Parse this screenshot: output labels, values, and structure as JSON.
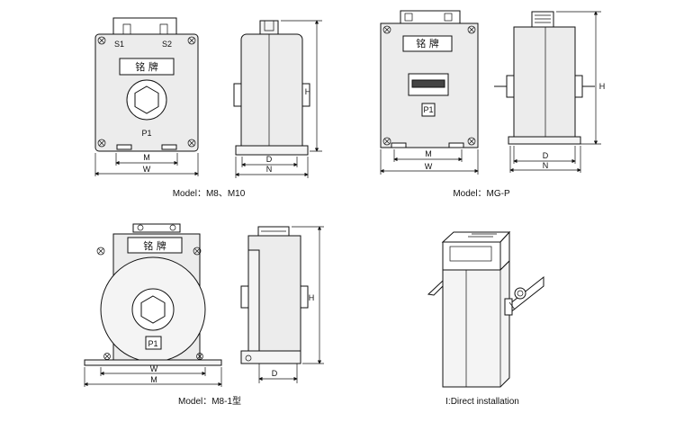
{
  "diagrams": [
    {
      "caption": "Model：M8、M10",
      "front": {
        "terminal_left": "S1",
        "terminal_right": "S2",
        "nameplate": "铭  牌",
        "marking": "P1",
        "dim_inner": "M",
        "dim_outer": "W"
      },
      "side": {
        "dim_height": "H",
        "dim_inner": "D",
        "dim_outer": "N"
      }
    },
    {
      "caption": "Model：MG-P",
      "front": {
        "nameplate": "铭  牌",
        "marking": "P1",
        "dim_inner": "M",
        "dim_outer": "W"
      },
      "side": {
        "dim_height": "H",
        "dim_inner": "D",
        "dim_outer": "N"
      }
    },
    {
      "caption": "Model：M8-1型",
      "front": {
        "nameplate": "铭  牌",
        "marking": "P1",
        "dim_inner": "W",
        "dim_outer": "M"
      },
      "side": {
        "dim_height": "H",
        "dim_inner": "D"
      }
    },
    {
      "caption": "I:Direct installation"
    }
  ]
}
